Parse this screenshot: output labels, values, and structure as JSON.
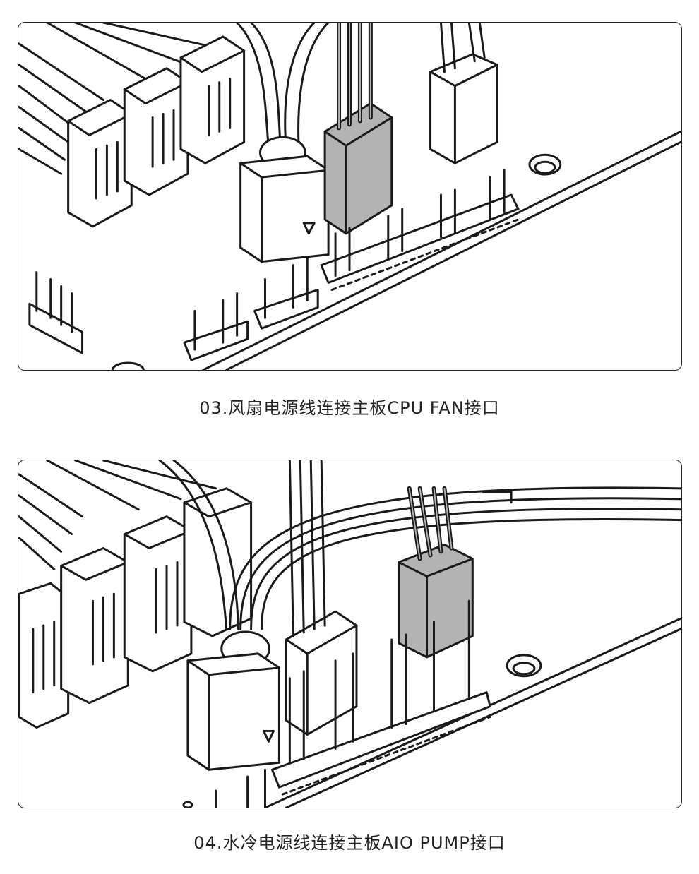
{
  "steps": [
    {
      "number": "03.",
      "caption": "风扇电源线连接主板CPU FAN接口"
    },
    {
      "number": "04.",
      "caption": "水冷电源线连接主板AIO PUMP接口"
    }
  ],
  "colors": {
    "line": "#1a1a1a",
    "highlight": "#b3b3b3",
    "paper": "#ffffff"
  }
}
